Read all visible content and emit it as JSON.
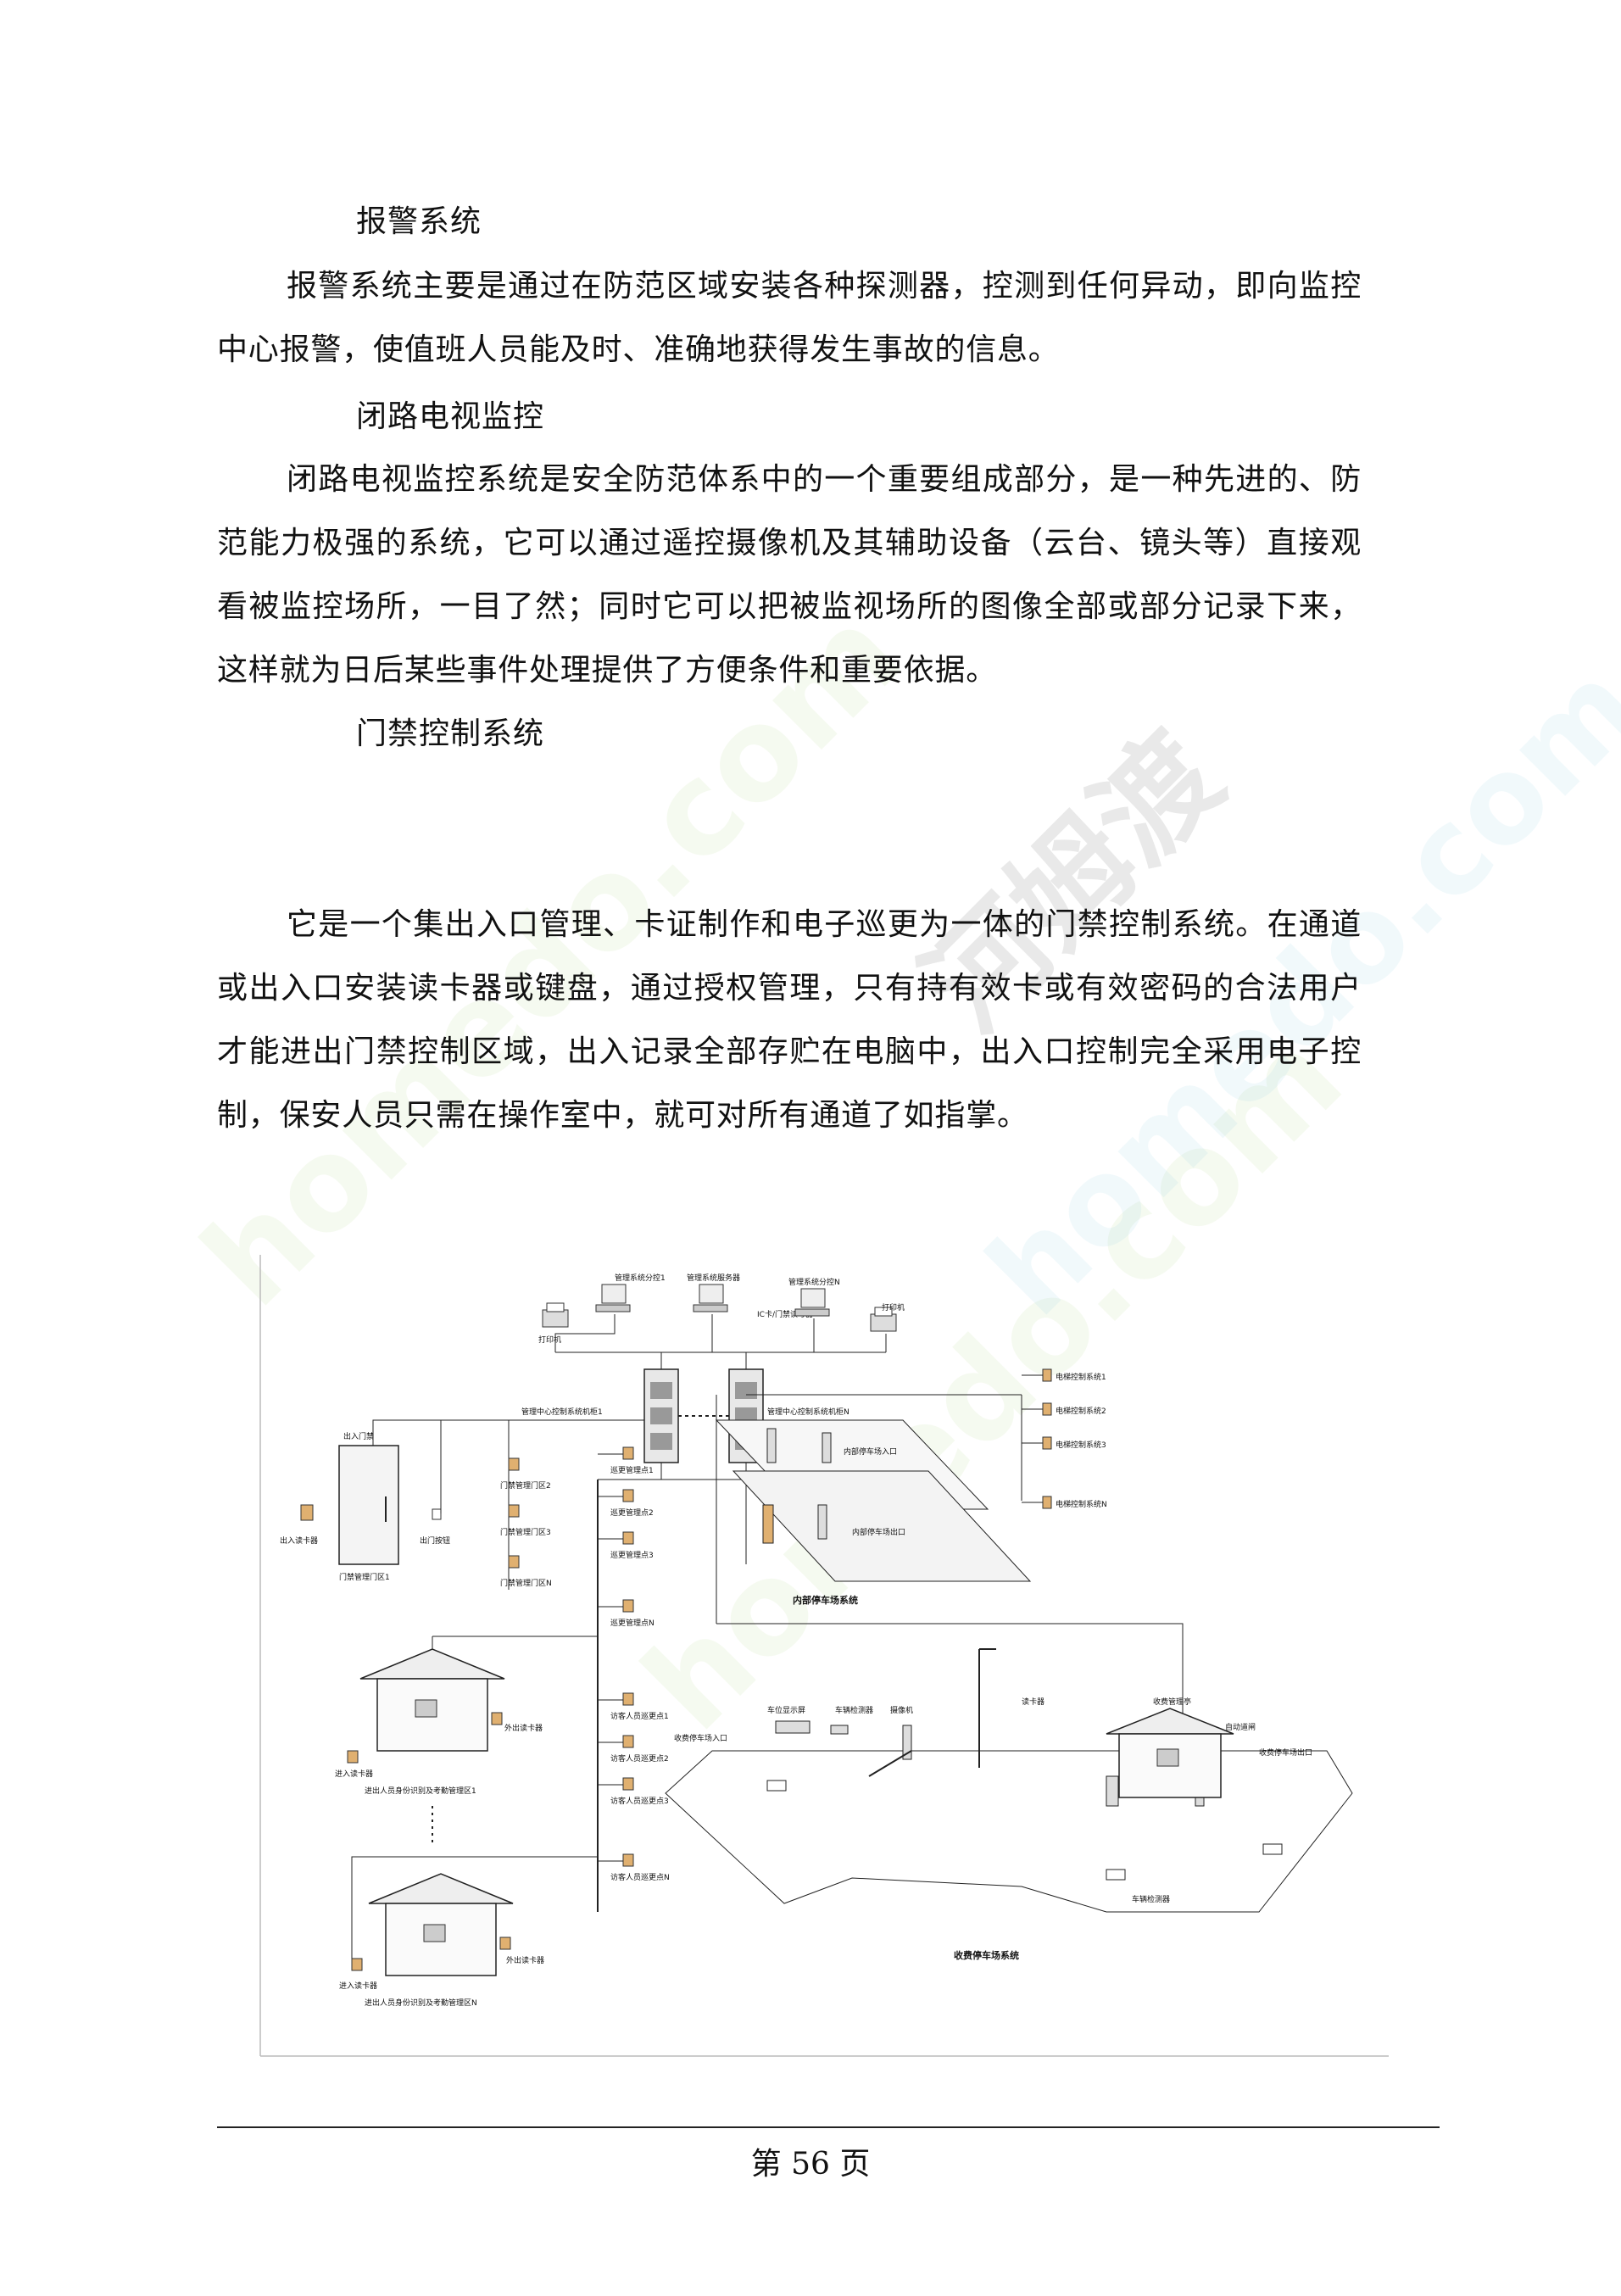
{
  "sections": {
    "alarm": {
      "heading": "报警系统",
      "text": "报警系统主要是通过在防范区域安装各种探测器，控测到任何异动，即向监控中心报警，使值班人员能及时、准确地获得发生事故的信息。"
    },
    "cctv": {
      "heading": "闭路电视监控",
      "text": "闭路电视监控系统是安全防范体系中的一个重要组成部分，是一种先进的、防范能力极强的系统，它可以通过遥控摄像机及其辅助设备（云台、镜头等）直接观看被监控场所，一目了然；同时它可以把被监视场所的图像全部或部分记录下来，这样就为日后某些事件处理提供了方便条件和重要依据。"
    },
    "access": {
      "heading": "门禁控制系统",
      "text": "它是一个集出入口管理、卡证制作和电子巡更为一体的门禁控制系统。在通道或出入口安装读卡器或键盘，通过授权管理，只有持有效卡或有效密码的合法用户才能进出门禁控制区域，出入记录全部存贮在电脑中，出入口控制完全采用电子控制，保安人员只需在操作室中，就可对所有通道了如指掌。"
    }
  },
  "diagram": {
    "top_labels": [
      "管理系统分控1",
      "管理系统服务器",
      "管理系统分控N",
      "打印机",
      "打印机",
      "IC卡/门禁读写器"
    ],
    "controllers": [
      "管理中心控制系统机柜1",
      "管理中心控制系统机柜N"
    ],
    "door_labels": [
      "出入门禁",
      "出入读卡器",
      "出门按钮",
      "门禁管理门区1"
    ],
    "zone_labels": [
      "门禁管理门区2",
      "门禁管理门区3",
      "门禁管理门区N"
    ],
    "patrol_labels": [
      "巡更管理点1",
      "巡更管理点2",
      "巡更管理点3",
      "巡更管理点N",
      "访客人员巡更点1",
      "访客人员巡更点2",
      "访客人员巡更点3",
      "访客人员巡更点N"
    ],
    "parking_inner": [
      "内部停车场入口",
      "内部停车场出口",
      "内部停车场系统"
    ],
    "elevator_labels": [
      "电梯控制系统1",
      "电梯控制系统2",
      "电梯控制系统3",
      "电梯控制系统N"
    ],
    "booth_labels": [
      "进入读卡器",
      "外出读卡器",
      "进出人员身份识别及考勤管理区1",
      "进入读卡器",
      "外出读卡器",
      "进出人员身份识别及考勤管理区N"
    ],
    "parking_paid": [
      "收费停车场入口",
      "车位显示屏",
      "车辆检测器",
      "摄像机",
      "读卡器",
      "收费管理亭",
      "收费停车场出口",
      "收费停车场系统",
      "车辆检测器",
      "自动道闸"
    ]
  },
  "watermarks": [
    "homedo.com",
    "homedo.com",
    "homedo.com",
    "河姆渡"
  ],
  "footer": {
    "page": "第 56 页"
  }
}
